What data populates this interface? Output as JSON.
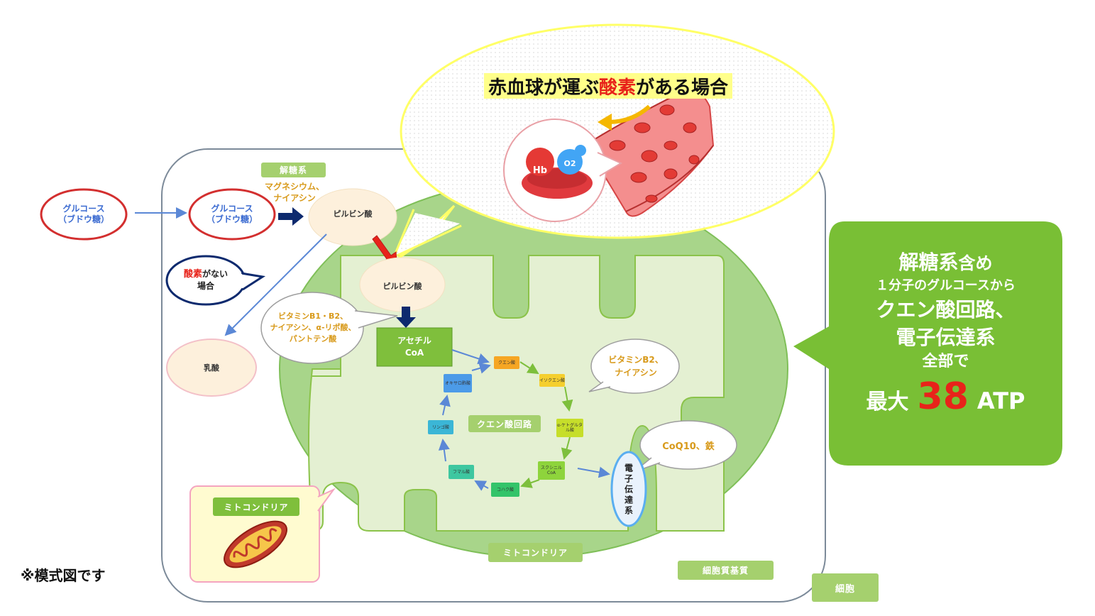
{
  "bubble_title": {
    "part1": "赤血球が運ぶ",
    "emphasis": "酸素",
    "part2": "がある場合"
  },
  "rbc": {
    "hb_label": "Hb",
    "o2_label": "O2"
  },
  "labels": {
    "glycolysis": "解糖系",
    "glycolysis_cofactors": [
      "マグネシウム、",
      "ナイアシン"
    ],
    "glucose_outside": [
      "グルコース",
      "（ブドウ糖）"
    ],
    "glucose_inside": [
      "グルコース",
      "（ブドウ糖）"
    ],
    "pyruvate_cytosol": "ピルビン酸",
    "pyruvate_mito": "ピルビン酸",
    "no_oxygen": {
      "emphasis": "酸素",
      "rest": "がない",
      "line2": "場合"
    },
    "lactate": "乳酸",
    "acetyl_coa": [
      "アセチル",
      "CoA"
    ],
    "vitamin_b1b2": [
      "ビタミンB1・B2、",
      "ナイアシン、α-リポ酸、",
      "パントテン酸"
    ],
    "vitamin_b2": [
      "ビタミンB2、",
      "ナイアシン"
    ],
    "coq10": "CoQ10、鉄",
    "citric_cycle": "クエン酸回路",
    "etc": "電子伝達系",
    "mitochondria_tag": "ミトコンドリア",
    "mitochondria_inset": "ミトコンドリア",
    "cytosol": "細胞質基質",
    "cell": "細胞",
    "note": "※模式図です"
  },
  "cycle_steps": [
    "クエン酸",
    "イソクエン酸",
    "α-ケトグルタル酸",
    "スクシニルCoA",
    "コハク酸",
    "フマル酸",
    "リンゴ酸",
    "オキサロ酢酸"
  ],
  "summary": {
    "line1_bold": "解糖系",
    "line1_rest": "含め",
    "line2": "１分子のグルコースから",
    "line3": "クエン酸回路、",
    "line4": "電子伝達系",
    "line5": "全部で",
    "line6_prefix": "最大",
    "line6_number": "38",
    "line6_unit": "ATP"
  },
  "colors": {
    "red": "#e8231a",
    "green": "#8bc34a",
    "summary_green": "#79bf35",
    "navy": "#0d2a6e",
    "blue_arrow": "#5b88d6",
    "gold": "#d89a1b",
    "bubble_yellow": "#ffff8a"
  }
}
